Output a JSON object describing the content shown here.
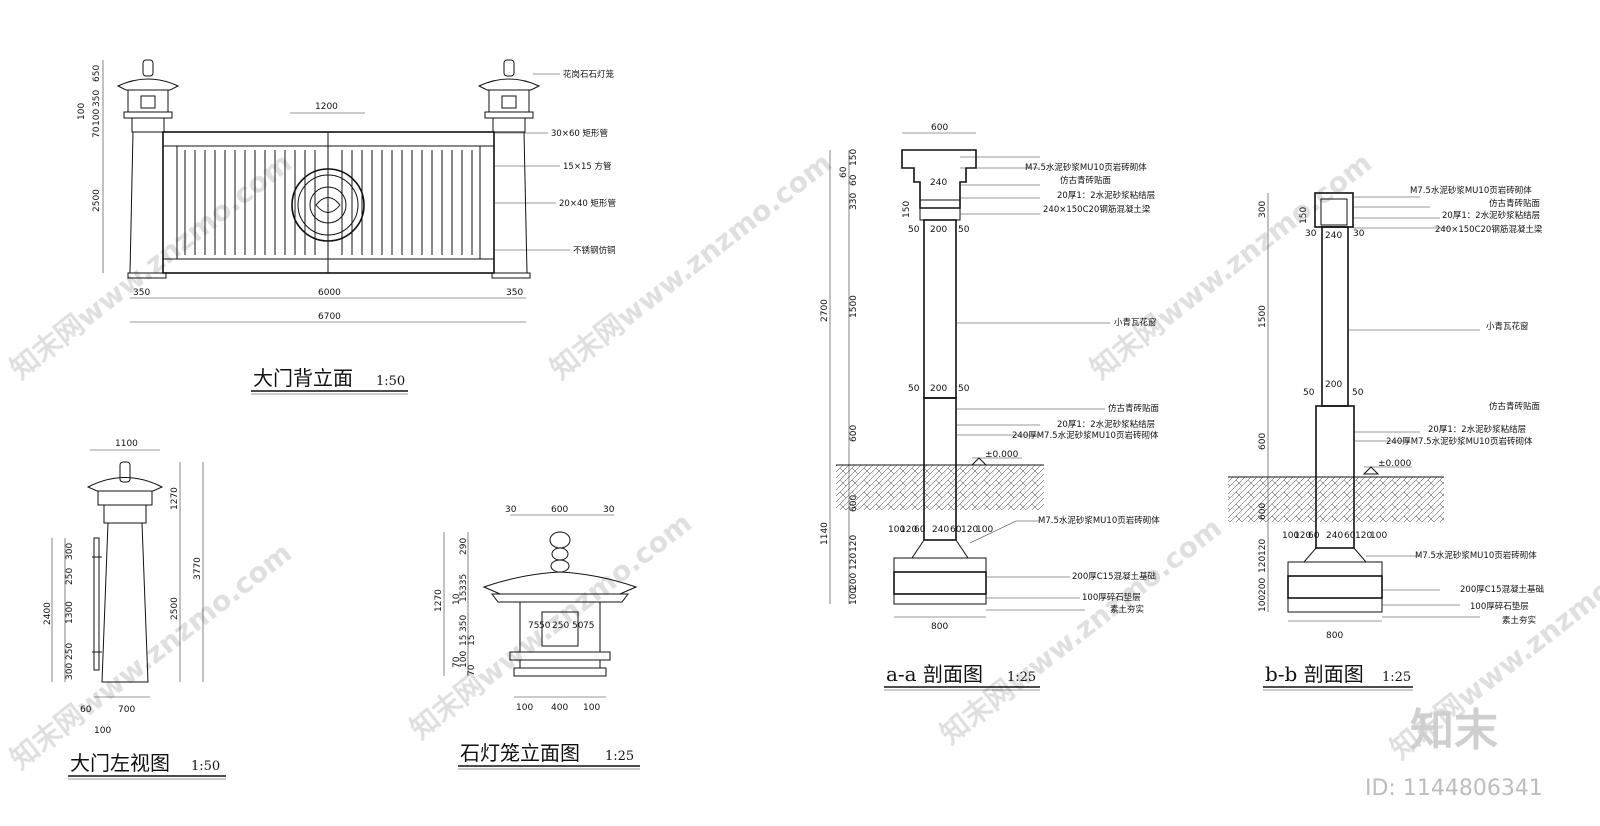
{
  "drawings": {
    "gate_rear": {
      "title": "大门背立面",
      "scale": "1:50",
      "top_dim": "1200",
      "bottom_dims": [
        "350",
        "6000",
        "350"
      ],
      "total_dim": "6700",
      "left_dims": [
        "650",
        "350",
        "100",
        "100",
        "70",
        "2500"
      ],
      "callouts": [
        "花岗石石灯笼",
        "30×60 矩形管",
        "15×15 方管",
        "20×40 矩形管",
        "不锈钢仿铜"
      ]
    },
    "gate_left": {
      "title": "大门左视图",
      "scale": "1:50",
      "top_dim": "1100",
      "bottom_dims": [
        "60",
        "700"
      ],
      "bottom_dim2": "100",
      "left_dims": [
        "300",
        "250",
        "1300",
        "250",
        "300"
      ],
      "left_total": "2400",
      "right_dims": [
        "1270",
        "2500"
      ],
      "right_total": "3770"
    },
    "lantern": {
      "title": "石灯笼立面图",
      "scale": "1:25",
      "top_dims": [
        "30",
        "600",
        "30"
      ],
      "left_dims": [
        "290",
        "335",
        "15",
        "10",
        "350",
        "15",
        "15",
        "70",
        "100",
        "70"
      ],
      "left_total": "1270",
      "mid_dims": [
        "75",
        "50",
        "250",
        "50",
        "75"
      ],
      "bottom_dims": [
        "100",
        "400",
        "100"
      ]
    },
    "section_aa": {
      "title": "a-a 剖面图",
      "scale": "1:25",
      "top_dim": "600",
      "cap_dims": [
        "240",
        "150",
        "50",
        "200",
        "50"
      ],
      "mid_dims": [
        "50",
        "200",
        "50"
      ],
      "left_dims": [
        "150",
        "60",
        "60",
        "330",
        "1500",
        "600",
        "600",
        "120",
        "120",
        "200",
        "100"
      ],
      "left_totals": [
        "2700",
        "1140"
      ],
      "footing_dims": [
        "100",
        "120",
        "60",
        "240",
        "60",
        "120",
        "100"
      ],
      "base_dim": "800",
      "level": "±0.000",
      "callouts_top": [
        "M7.5水泥砂浆MU10页岩砖砌体",
        "仿古青砖贴面",
        "20厚1：2水泥砂浆粘结层",
        "240×150C20钢筋混凝土梁"
      ],
      "callout_mid": "小青瓦花窗",
      "callouts_low": [
        "仿古青砖贴面",
        "20厚1：2水泥砂浆粘结层",
        "240厚M7.5水泥砂浆MU10页岩砖砌体"
      ],
      "callouts_base": [
        "M7.5水泥砂浆MU10页岩砖砌体",
        "200厚C15混凝土基础",
        "100厚碎石垫层",
        "素土夯实"
      ]
    },
    "section_bb": {
      "title": "b-b 剖面图",
      "scale": "1:25",
      "cap_dims": [
        "240",
        "150",
        "30",
        "30"
      ],
      "mid_dims": [
        "50",
        "200",
        "50"
      ],
      "left_dims": [
        "300",
        "1500",
        "600",
        "600",
        "120",
        "120",
        "200",
        "100"
      ],
      "footing_dims": [
        "100",
        "120",
        "60",
        "240",
        "60",
        "120",
        "100"
      ],
      "base_dim": "800",
      "level": "±0.000",
      "callouts_top": [
        "M7.5水泥砂浆MU10页岩砖砌体",
        "仿古青砖贴面",
        "20厚1：2水泥砂浆粘结层",
        "240×150C20钢筋混凝土梁"
      ],
      "callout_mid": "小青瓦花窗",
      "callouts_low": [
        "仿古青砖贴面",
        "20厚1：2水泥砂浆粘结层",
        "240厚M7.5水泥砂浆MU10页岩砖砌体"
      ],
      "callouts_base": [
        "M7.5水泥砂浆MU10页岩砖砌体",
        "200厚C15混凝土基础",
        "100厚碎石垫层",
        "素土夯实"
      ]
    }
  },
  "watermark": {
    "text": "知末网www.znzmo.com",
    "brand": "知末",
    "id": "ID: 1144806341"
  }
}
